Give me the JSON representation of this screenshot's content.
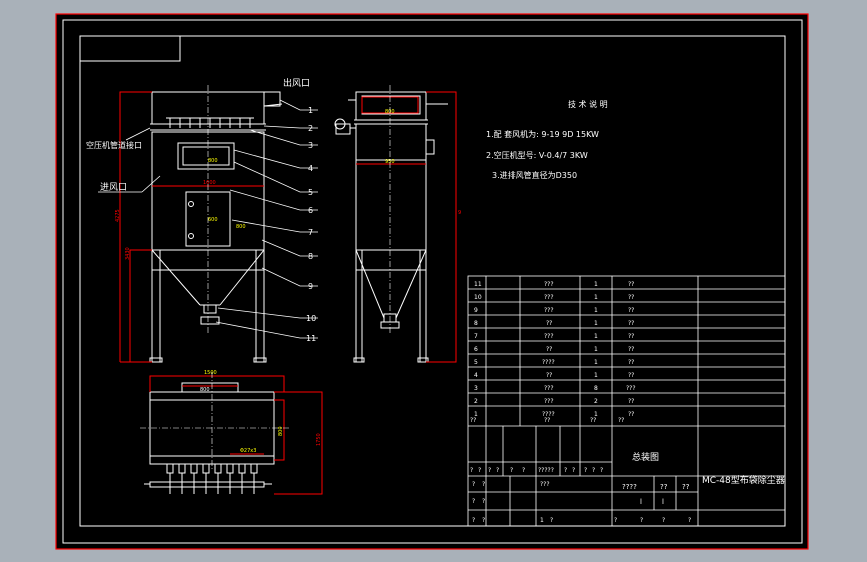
{
  "labels": {
    "outlet": "出风口",
    "inlet": "进风口",
    "air_header": "空压机管道接口",
    "tech_title": "技 术 说 明"
  },
  "tech_notes": [
    "1.配 套风机为: 9-19 9D 15KW",
    "2.空压机型号: V-0.4/7 3KW",
    "3.进排风管直径为D350"
  ],
  "callouts": [
    "1",
    "2",
    "3",
    "4",
    "5",
    "6",
    "7",
    "8",
    "9",
    "10",
    "11"
  ],
  "dimensions": {
    "front_width": "1600",
    "door_w": "600",
    "door_h": "800",
    "inlet_w": "800",
    "side_width": "950",
    "side_top": "800",
    "height_a": "4275",
    "height_b": "3430",
    "height_c": "9",
    "plan_width": "1500",
    "plan_flange": "800",
    "plan_depth": "1750",
    "plan_inner": "800",
    "pipe_spec": "Φ27x3"
  },
  "parts_table": {
    "rows": [
      {
        "no": "11",
        "name": "???",
        "qty": "1",
        "mat": "??"
      },
      {
        "no": "10",
        "name": "???",
        "qty": "1",
        "mat": "??"
      },
      {
        "no": "9",
        "name": "???",
        "qty": "1",
        "mat": "??"
      },
      {
        "no": "8",
        "name": "??",
        "qty": "1",
        "mat": "??"
      },
      {
        "no": "7",
        "name": "???",
        "qty": "1",
        "mat": "??"
      },
      {
        "no": "6",
        "name": "??",
        "qty": "1",
        "mat": "??"
      },
      {
        "no": "5",
        "name": "????",
        "qty": "1",
        "mat": "??"
      },
      {
        "no": "4",
        "name": "??",
        "qty": "1",
        "mat": "??"
      },
      {
        "no": "3",
        "name": "???",
        "qty": "8",
        "mat": "???"
      },
      {
        "no": "2",
        "name": "???",
        "qty": "2",
        "mat": "??"
      },
      {
        "no": "1",
        "name": "????",
        "qty": "1",
        "mat": "??"
      },
      {
        "no": "??",
        "name": "??",
        "qty": "??",
        "mat": "??"
      }
    ]
  },
  "title_block": {
    "assembly": "总装图",
    "product": "MC-48型布袋除尘器",
    "scale_row": [
      "????",
      "??",
      "??"
    ],
    "header_row": [
      "?",
      "?",
      "?",
      "?",
      "?",
      "?",
      "?????",
      "?",
      "?",
      "?",
      "?",
      "?"
    ],
    "l_marks": [
      "l",
      "l"
    ],
    "left_rows": [
      [
        "?",
        "?",
        "???"
      ],
      [
        "?",
        "?"
      ],
      [
        "?",
        "?",
        "1",
        "?"
      ]
    ],
    "bottom_row": [
      "?",
      "?",
      "?",
      "?"
    ]
  },
  "colors": {
    "background": "#000000",
    "frame_red": "#ff0000",
    "drawing_white": "#ffffff",
    "text_yellow": "#ffff00",
    "window_gray": "#a9b1b9"
  }
}
